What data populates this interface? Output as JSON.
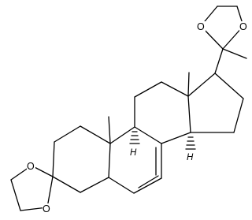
{
  "structure": {
    "atom_labels": {
      "ketal_top_o_left": "O",
      "ketal_top_o_right": "O",
      "ketal_bottom_o_upper": "O",
      "ketal_bottom_o_lower": "O",
      "h_c9": "H",
      "h_c14": "H"
    },
    "colors": {
      "ink": "#000000",
      "background": "#ffffff"
    }
  }
}
